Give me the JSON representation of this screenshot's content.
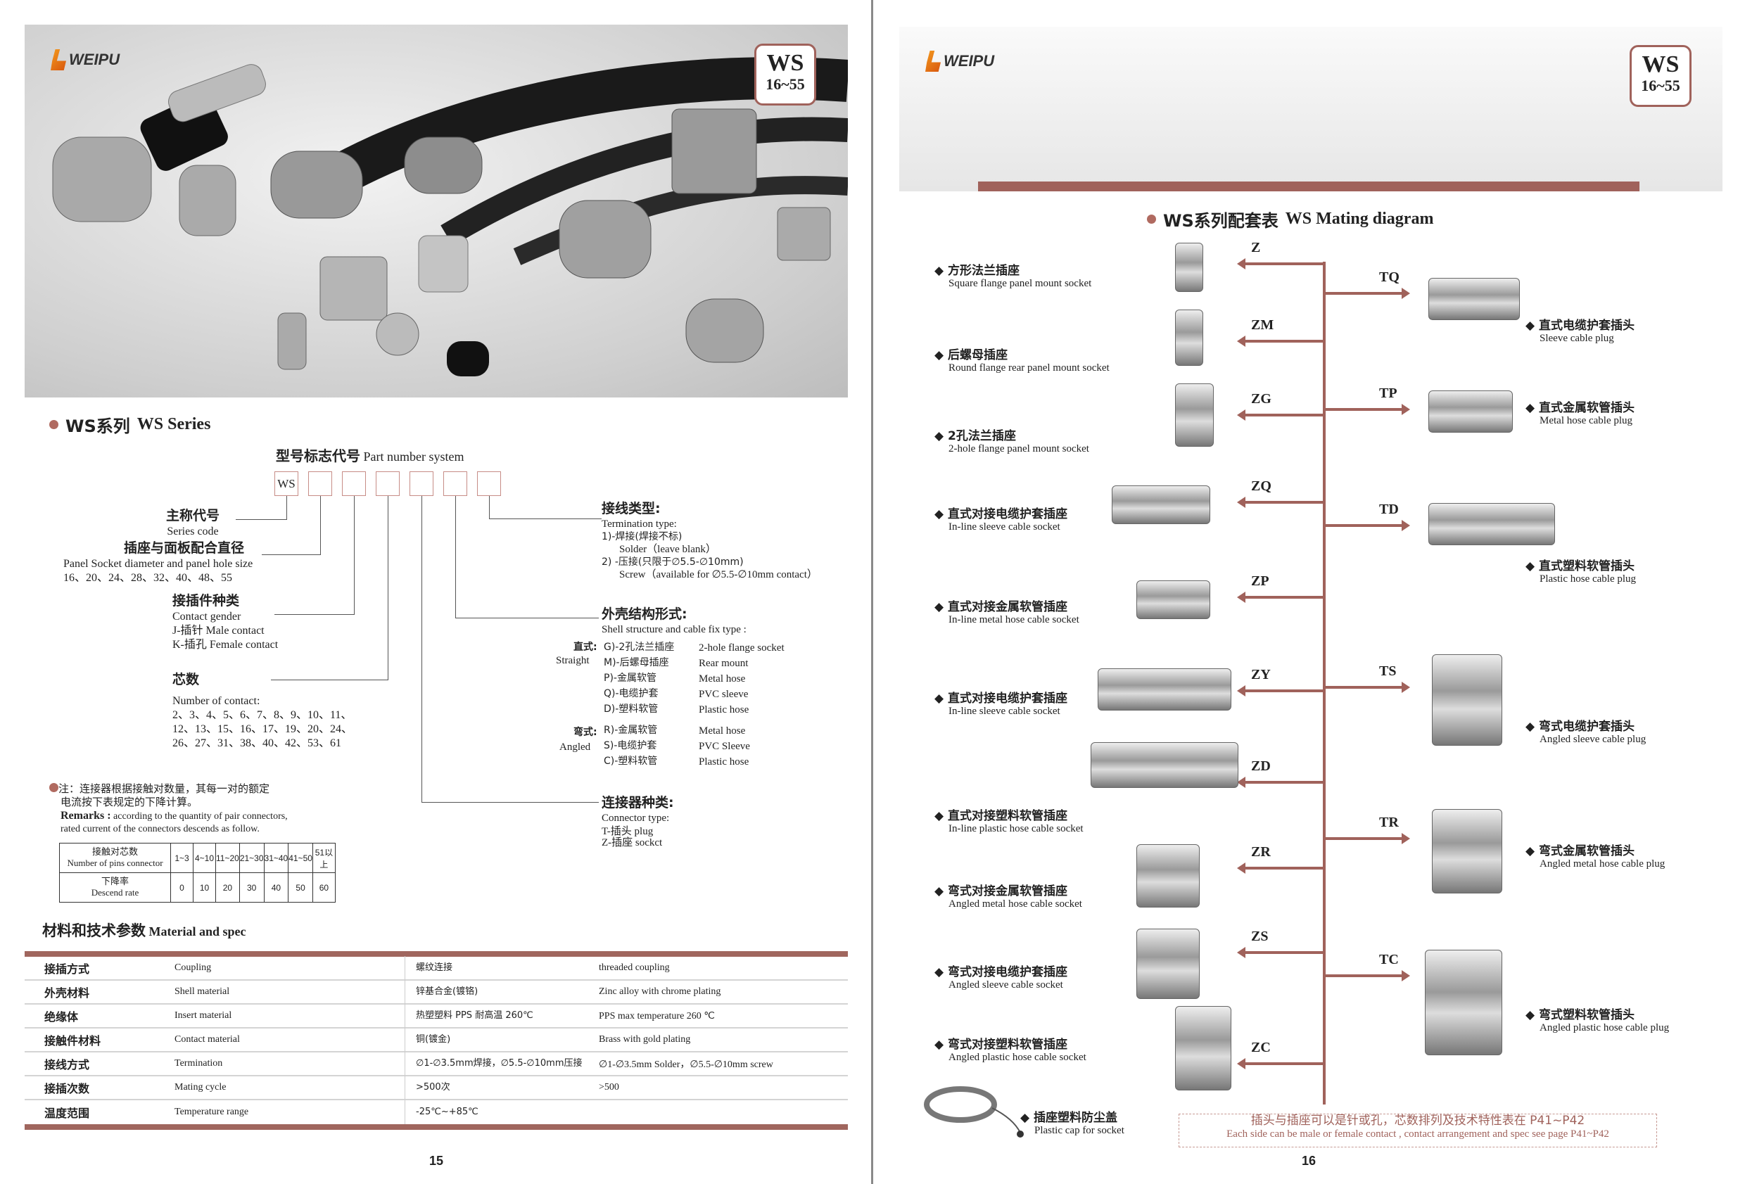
{
  "brand": "WEIPU",
  "badge": {
    "line1": "WS",
    "line2": "16~55"
  },
  "left": {
    "section_title_cn": "WS系列",
    "section_title_en": "WS Series",
    "pn_title_cn": "型号标志代号",
    "pn_title_en": "Part number system",
    "pn_boxes": [
      "WS",
      "",
      "",
      "",
      "",
      "",
      ""
    ],
    "series_code": {
      "cn": "主称代号",
      "en": "Series code"
    },
    "panel": {
      "cn": "插座与面板配合直径",
      "en": "Panel Socket diameter and panel hole size",
      "values": "16、20、24、28、32、40、48、55"
    },
    "gender": {
      "cn": "接插件种类",
      "en": "Contact gender",
      "j": "J-插针   Male contact",
      "k": "K-插孔 Female contact"
    },
    "contacts": {
      "cn": "芯数",
      "en": "Number of contact:",
      "l1": "2、3、4、5、6、7、8、9、10、11、",
      "l2": "12、13、15、16、17、19、20、24、",
      "l3": "26、27、31、38、40、42、53、61"
    },
    "termination": {
      "cn": "接线类型:",
      "en": "Termination type:",
      "o1_cn": "1)-焊接(焊接不标)",
      "o1_en": "Solder（leave blank）",
      "o2_cn": "2) -压接(只限于∅5.5-∅10mm)",
      "o2_en": "Screw（available for ∅5.5-∅10mm contact）"
    },
    "shell": {
      "cn": "外壳结构形式:",
      "en": "Shell structure and cable fix type :",
      "straight_cn": "直式:",
      "straight_en": "Straight",
      "angled_cn": "弯式:",
      "angled_en": "Angled",
      "items": [
        {
          "cn": "G)-2孔法兰插座",
          "en": "2-hole flange socket"
        },
        {
          "cn": "M)-后螺母插座",
          "en": "Rear mount"
        },
        {
          "cn": "P)-金属软管",
          "en": "Metal hose"
        },
        {
          "cn": "Q)-电缆护套",
          "en": "PVC sleeve"
        },
        {
          "cn": "D)-塑料软管",
          "en": "Plastic hose"
        },
        {
          "cn": "R)-金属软管",
          "en": "Metal hose"
        },
        {
          "cn": "S)-电缆护套",
          "en": "PVC Sleeve"
        },
        {
          "cn": "C)-塑料软管",
          "en": "Plastic hose"
        }
      ]
    },
    "connector_type": {
      "cn": "连接器种类:",
      "en": "Connector type:",
      "t": "T-插头 plug",
      "z": "Z-插座 sockct"
    },
    "remark": {
      "cn1": "注：连接器根据接触对数量，其每一对的额定",
      "cn2": "电流按下表规定的下降计算。",
      "label": "Remarks :",
      "en1": "according to the quantity of pair connectors,",
      "en2": "rated current of the connectors descends as follow."
    },
    "rate_table": {
      "h1_cn": "接触对芯数",
      "h1_en": "Number of pins connector",
      "h2_cn": "下降率",
      "h2_en": "Descend rate",
      "ranges": [
        "1~3",
        "4~10",
        "11~20",
        "21~30",
        "31~40",
        "41~50",
        "51以上"
      ],
      "rates": [
        "0",
        "10",
        "20",
        "30",
        "40",
        "50",
        "60"
      ]
    },
    "spec_title_cn": "材料和技术参数",
    "spec_title_en": "Material and spec",
    "spec": [
      {
        "cn": "接插方式",
        "en": "Coupling",
        "v_cn": "螺纹连接",
        "v_en": "threaded coupling"
      },
      {
        "cn": "外壳材料",
        "en": "Shell material",
        "v_cn": "锌基合金(镀铬)",
        "v_en": "Zinc alloy with chrome plating"
      },
      {
        "cn": "绝缘体",
        "en": "Insert material",
        "v_cn": "热塑塑料  PPS   耐高温 260℃",
        "v_en": "PPS     max temperature 260 ℃"
      },
      {
        "cn": "接触件材料",
        "en": "Contact material",
        "v_cn": "铜(镀金)",
        "v_en": "Brass with gold plating"
      },
      {
        "cn": "接线方式",
        "en": "Termination",
        "v_cn": "∅1-∅3.5mm焊接，∅5.5-∅10mm压接",
        "v_en": "∅1-∅3.5mm Solder，∅5.5-∅10mm screw"
      },
      {
        "cn": "接插次数",
        "en": "Mating cycle",
        "v_cn": ">500次",
        "v_en": ">500"
      },
      {
        "cn": "温度范围",
        "en": "Temperature range",
        "v_cn": "-25℃~+85℃",
        "v_en": ""
      }
    ],
    "page_number": "15"
  },
  "right": {
    "title_cn": "WS系列配套表",
    "title_en": "WS Mating diagram",
    "sockets": [
      {
        "code": "Z",
        "cn": "方形法兰插座",
        "en": "Square flange panel mount socket"
      },
      {
        "code": "ZM",
        "cn": "后螺母插座",
        "en": "Round flange rear panel mount socket"
      },
      {
        "code": "ZG",
        "cn": "2孔法兰插座",
        "en": "2-hole flange panel mount socket"
      },
      {
        "code": "ZQ",
        "cn": "直式对接电缆护套插座",
        "en": "In-line sleeve cable socket"
      },
      {
        "code": "ZP",
        "cn": "直式对接金属软管插座",
        "en": "In-line metal hose cable socket"
      },
      {
        "code": "ZY",
        "cn": "直式对接电缆护套插座",
        "en": "In-line sleeve cable socket"
      },
      {
        "code": "ZD",
        "cn": "直式对接塑料软管插座",
        "en": "In-line plastic hose cable socket"
      },
      {
        "code": "ZR",
        "cn": "弯式对接金属软管插座",
        "en": "Angled metal hose cable socket"
      },
      {
        "code": "ZS",
        "cn": "弯式对接电缆护套插座",
        "en": "Angled sleeve cable socket"
      },
      {
        "code": "ZC",
        "cn": "弯式对接塑料软管插座",
        "en": "Angled plastic hose cable socket"
      }
    ],
    "plugs": [
      {
        "code": "TQ",
        "cn": "直式电缆护套插头",
        "en": "Sleeve cable plug"
      },
      {
        "code": "TP",
        "cn": "直式金属软管插头",
        "en": "Metal hose cable plug"
      },
      {
        "code": "TD",
        "cn": "直式塑料软管插头",
        "en": "Plastic hose cable plug"
      },
      {
        "code": "TS",
        "cn": "弯式电缆护套插头",
        "en": "Angled sleeve cable plug"
      },
      {
        "code": "TR",
        "cn": "弯式金属软管插头",
        "en": "Angled metal hose cable plug"
      },
      {
        "code": "TC",
        "cn": "弯式塑料软管插头",
        "en": "Angled plastic hose cable plug"
      }
    ],
    "cap": {
      "cn": "插座塑料防尘盖",
      "en": "Plastic cap for socket"
    },
    "note_cn": "插头与插座可以是针或孔，芯数排列及技术特性表在 P41~P42",
    "note_en": "Each side can be male or female contact , contact  arrangement  and  spec see page P41~P42",
    "page_number": "16"
  },
  "colors": {
    "accent": "#a0625b",
    "orange": "#e87a1a"
  }
}
